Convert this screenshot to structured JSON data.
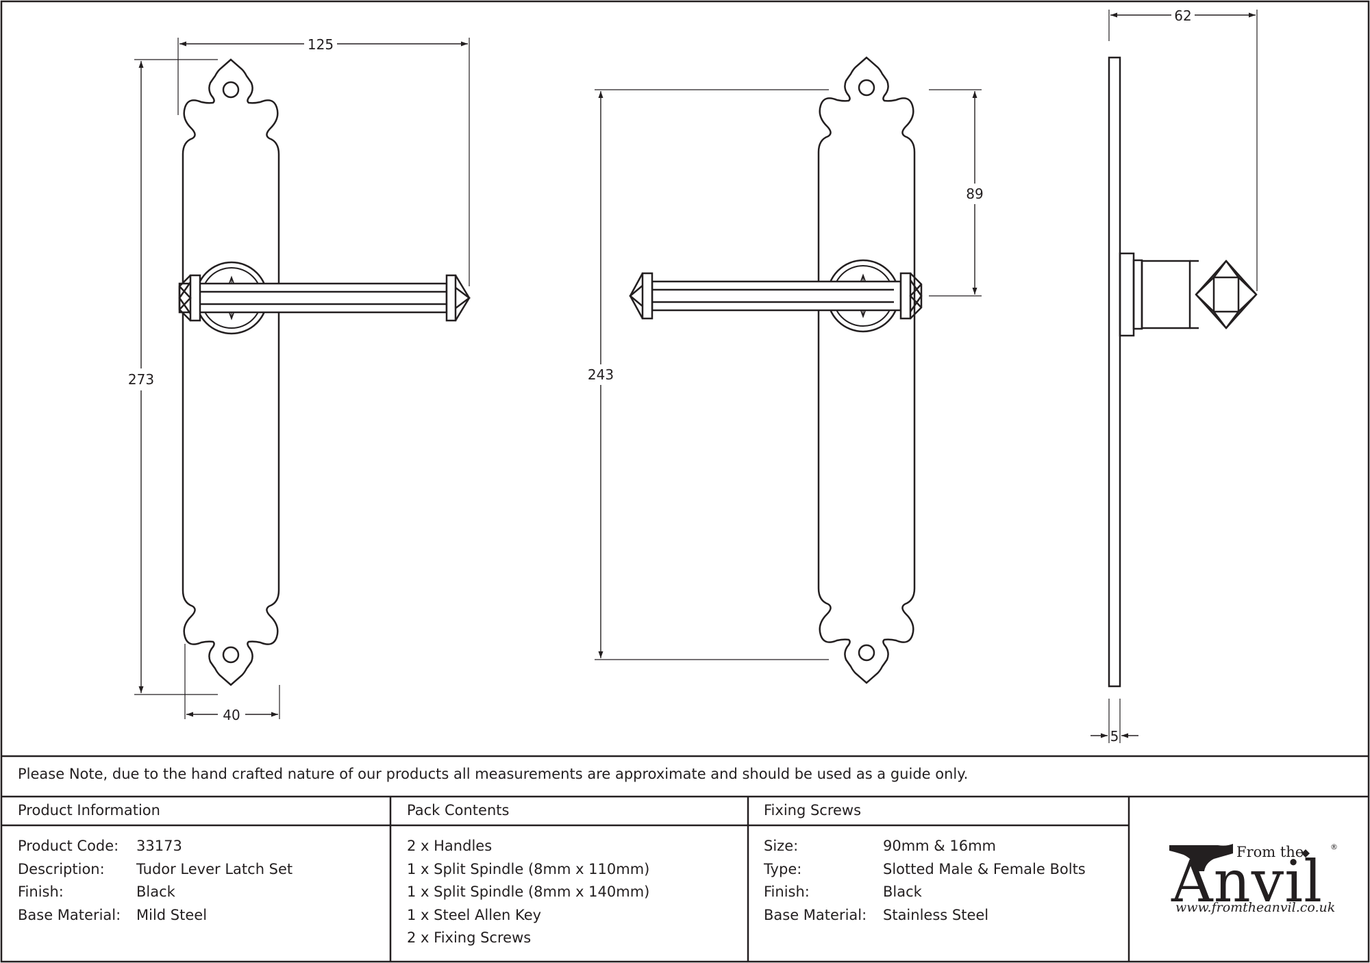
{
  "dimensions": {
    "front_width": "125",
    "front_height": "273",
    "plate_width": "40",
    "back_height": "243",
    "handle_offset": "89",
    "side_depth": "62",
    "plate_thickness": "5"
  },
  "note": "Please Note, due to the hand crafted nature of our products all measurements are approximate and should be used as a guide only.",
  "product_information": {
    "heading": "Product Information",
    "rows": [
      {
        "label": "Product Code:",
        "value": "33173"
      },
      {
        "label": "Description:",
        "value": "Tudor Lever Latch Set"
      },
      {
        "label": "Finish:",
        "value": "Black"
      },
      {
        "label": "Base Material:",
        "value": "Mild Steel"
      }
    ]
  },
  "pack_contents": {
    "heading": "Pack Contents",
    "items": [
      "2 x Handles",
      "1 x Split Spindle (8mm x 110mm)",
      "1 x Split Spindle (8mm x 140mm)",
      "1 x Steel Allen Key",
      "2 x Fixing Screws"
    ]
  },
  "fixing_screws": {
    "heading": "Fixing Screws",
    "rows": [
      {
        "label": "Size:",
        "value": "90mm & 16mm"
      },
      {
        "label": "Type:",
        "value": "Slotted Male & Female Bolts"
      },
      {
        "label": "Finish:",
        "value": "Black"
      },
      {
        "label": "Base Material:",
        "value": "Stainless Steel"
      }
    ]
  },
  "logo": {
    "from": "From the",
    "name": "Anvil",
    "reg": "®",
    "url": "www.fromtheanvil.co.uk"
  }
}
